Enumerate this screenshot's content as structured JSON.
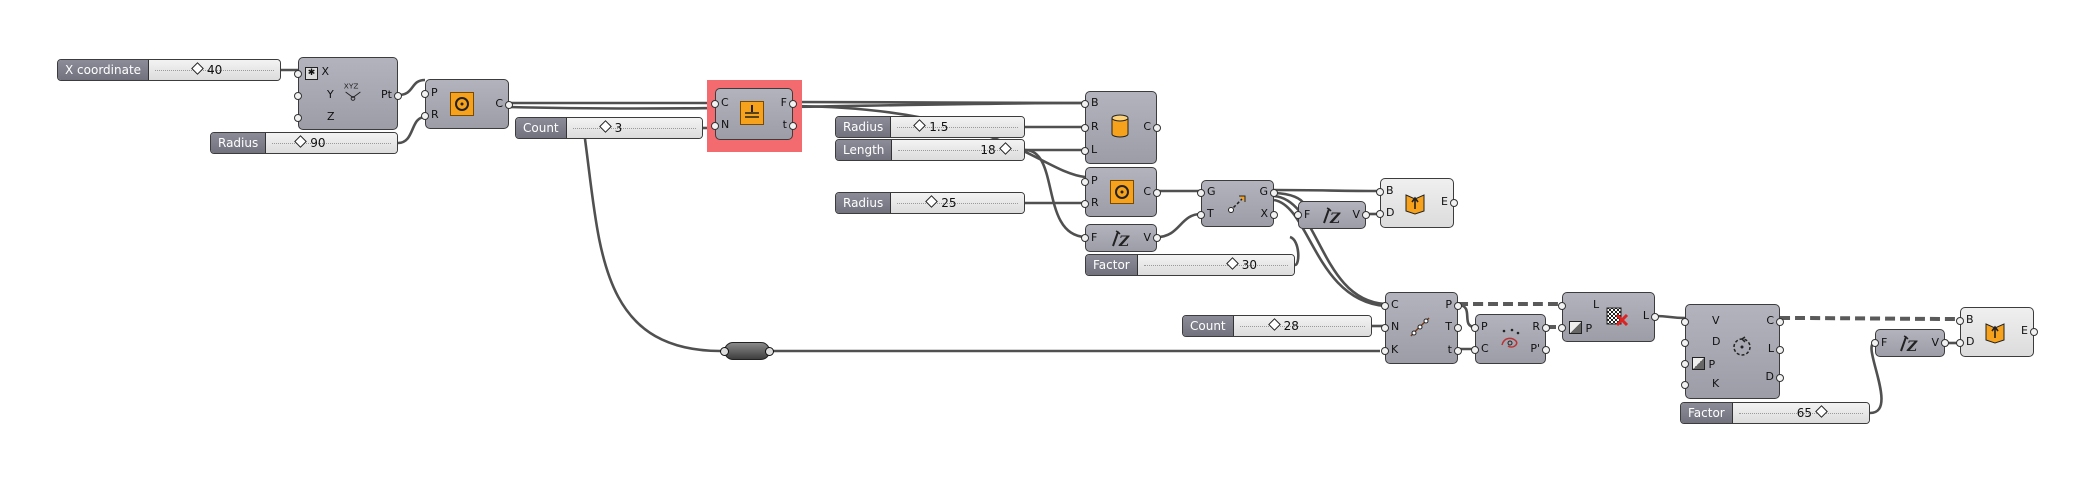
{
  "sliders": {
    "x_coordinate": {
      "label": "X coordinate",
      "value": "40"
    },
    "radius_90": {
      "label": "Radius",
      "value": "90"
    },
    "count_3": {
      "label": "Count",
      "value": "3"
    },
    "radius_1_5": {
      "label": "Radius",
      "value": "1.5"
    },
    "length_18": {
      "label": "Length",
      "value": "18"
    },
    "radius_25": {
      "label": "Radius",
      "value": "25"
    },
    "factor_30": {
      "label": "Factor",
      "value": "30"
    },
    "count_28": {
      "label": "Count",
      "value": "28"
    },
    "factor_65": {
      "label": "Factor",
      "value": "65"
    }
  },
  "components": {
    "construct_point": {
      "inputs": [
        "X",
        "Y",
        "Z"
      ],
      "outputs": [
        "Pt"
      ],
      "icon": "point-xyz-icon"
    },
    "circle_1": {
      "inputs": [
        "P",
        "R"
      ],
      "outputs": [
        "C"
      ],
      "icon": "circle-icon"
    },
    "divide_curve_1": {
      "inputs": [
        "C",
        "N"
      ],
      "outputs": [
        "F",
        "t"
      ],
      "icon": "divide-curve-icon"
    },
    "cylinder": {
      "inputs": [
        "B",
        "R",
        "L"
      ],
      "outputs": [
        "C"
      ],
      "icon": "cylinder-icon"
    },
    "circle_2": {
      "inputs": [
        "P",
        "R"
      ],
      "outputs": [
        "C"
      ],
      "icon": "circle-icon"
    },
    "unit_z_1": {
      "inputs": [
        "F"
      ],
      "outputs": [
        "V"
      ],
      "icon": "unit-z-icon"
    },
    "move": {
      "inputs": [
        "G",
        "T"
      ],
      "outputs": [
        "G",
        "X"
      ],
      "icon": "move-icon"
    },
    "unit_z_2": {
      "inputs": [
        "F"
      ],
      "outputs": [
        "V"
      ],
      "icon": "unit-z-icon"
    },
    "extrude_1": {
      "inputs": [
        "B",
        "D"
      ],
      "outputs": [
        "E"
      ],
      "icon": "extrude-icon"
    },
    "divide_curve_2": {
      "inputs": [
        "C",
        "N",
        "K"
      ],
      "outputs": [
        "P",
        "T",
        "t"
      ],
      "icon": "divide-points-icon"
    },
    "pull_point": {
      "inputs": [
        "P",
        "C"
      ],
      "outputs": [
        "R",
        "P'"
      ],
      "icon": "pull-point-icon"
    },
    "polyline": {
      "inputs": [
        "L",
        "P"
      ],
      "outputs": [
        "L"
      ],
      "icon": "polyline-icon"
    },
    "offset_curve": {
      "inputs": [
        "V",
        "D",
        "P",
        "K"
      ],
      "outputs": [
        "C",
        "L",
        "D"
      ],
      "icon": "offset-icon"
    },
    "unit_z_3": {
      "inputs": [
        "F"
      ],
      "outputs": [
        "V"
      ],
      "icon": "unit-z-icon"
    },
    "extrude_2": {
      "inputs": [
        "B",
        "D"
      ],
      "outputs": [
        "E"
      ],
      "icon": "extrude-icon"
    }
  },
  "colors": {
    "selection": "#f36b6e",
    "component": "#a7a7b2",
    "icon_orange": "#f7a21c"
  }
}
